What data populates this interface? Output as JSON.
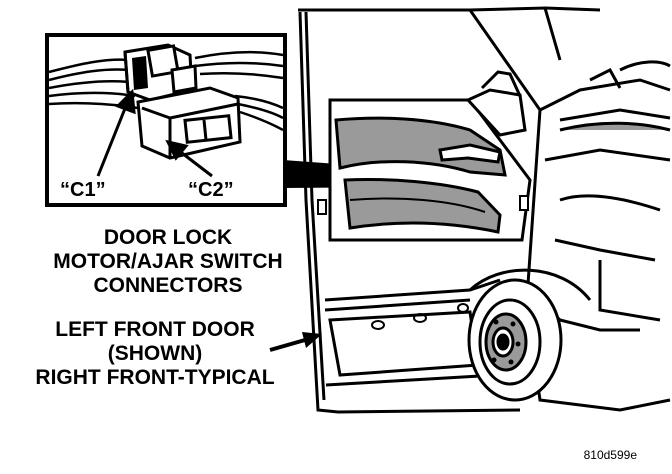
{
  "callouts": {
    "c1": "“C1”",
    "c2": "“C2”"
  },
  "connector_caption": {
    "line1": "DOOR LOCK",
    "line2": "MOTOR/AJAR SWITCH",
    "line3": "CONNECTORS"
  },
  "door_caption": {
    "line1": "LEFT FRONT DOOR",
    "line2": "(SHOWN)",
    "line3": "RIGHT FRONT-TYPICAL"
  },
  "figure_id": "810d599e",
  "colors": {
    "ink": "#000000",
    "background": "#ffffff",
    "shade": "#9a9a9a"
  }
}
